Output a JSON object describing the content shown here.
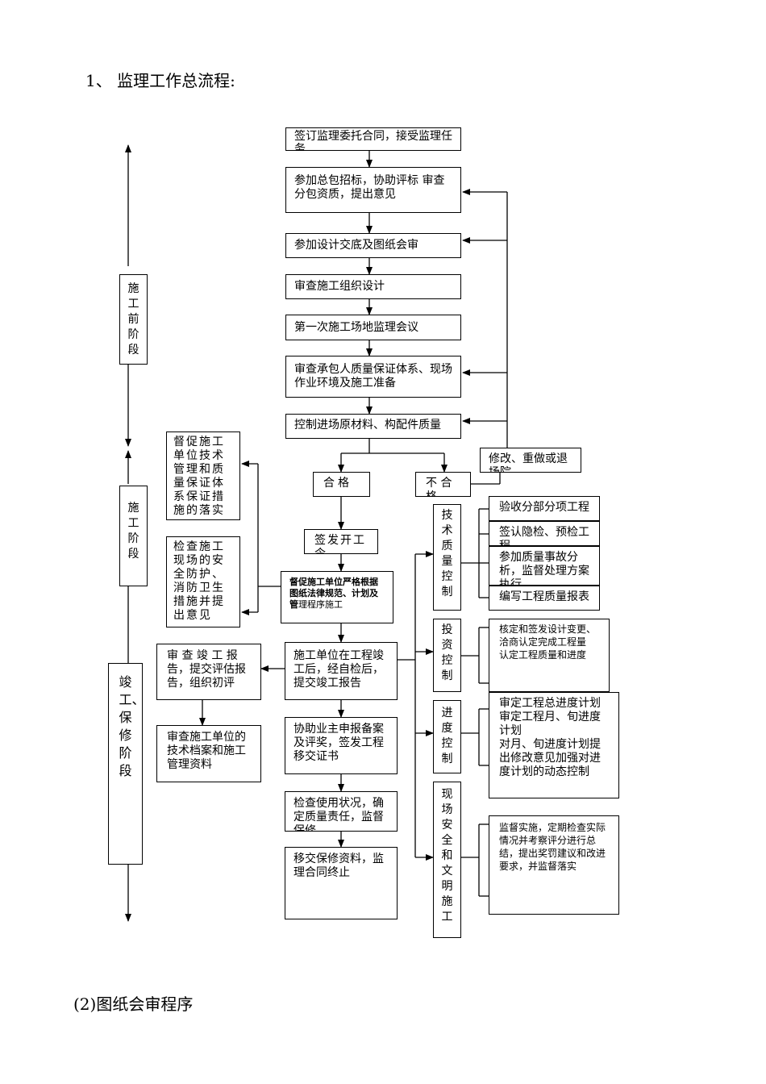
{
  "headings": {
    "title": "1、   监理工作总流程:",
    "subtitle": "(2)图纸会审程序"
  },
  "phases": {
    "pre": "施工前阶段",
    "construction": "施工阶段",
    "completion": "竣工、保修阶段"
  },
  "main_flow": {
    "step1": "签订监理委托合同，接受监理任务",
    "step2": "参加总包招标，协助评标 审查分包资质，提出意见",
    "step3": "参加设计交底及图纸会审",
    "step4": "审查施工组织设计",
    "step5": "第一次施工场地监理会议",
    "step6": "审查承包人质量保证体系、现场 作业环境及施工准备",
    "step7": "控制进场原材料、构配件质量",
    "qualified": "合格",
    "unqualified": "不 合 格",
    "rework": "修改、重做或退场院",
    "start_order": "签发开工令",
    "supervise_bold": "督促施工单位严格根据图纸法律规范、计划及管",
    "supervise_rest": "理程序施工",
    "completion_submit": "施工单位在工程竣工后，经自检后，提交竣工报告",
    "assist_owner": "协助业主申报备案及评奖，签发工程移交证书",
    "check_usage": "检查使用状况，确定质量责任，监督保修",
    "hand_over": "移交保修资料，监理合同终止"
  },
  "left_boxes": {
    "urge_system": "督促施工单位技术管理和质量保证体系保证措施的落实",
    "check_safety": "检查施工现场的安全防护、消防卫生措施并提出意见",
    "review_completion": "审 查 竣 工 报 告，提交评估报告，组织初评",
    "review_archives": "审查施工单位的技术档案和施工管理资料"
  },
  "controls": {
    "quality": {
      "label": "技术质量控制",
      "items": [
        "验收分部分项工程",
        "签认隐检、预检工程",
        "参加质量事故分析，监督处理方案执行",
        "编写工程质量报表"
      ]
    },
    "investment": {
      "label": "投资控制",
      "items": [
        "核定和签发设计变更、洽商认定完成工程量",
        "认定工程质量和进度"
      ]
    },
    "schedule": {
      "label": "进度控制",
      "items": [
        "审定工程总进度计划",
        "审定工程月、旬进度计划",
        "对月、旬进度计划提出修改意见加强对进度计划的动态控制"
      ]
    },
    "safety": {
      "label": "现场安全和文明施工",
      "items": [
        "监督实施，定期检查实际情况并考察评分进行总结，提出奖罚建议和改进要求，并监督落实"
      ]
    }
  }
}
